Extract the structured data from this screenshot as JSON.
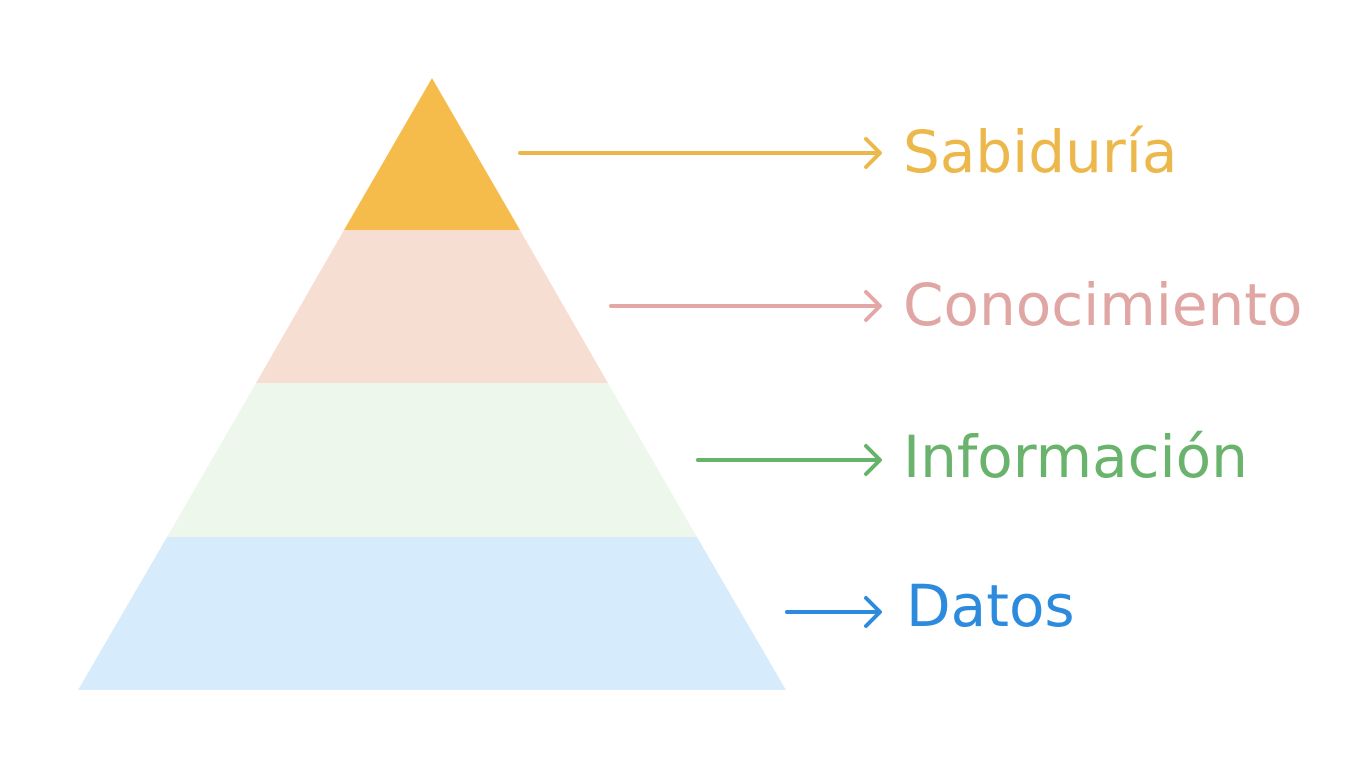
{
  "pyramid": {
    "levels": [
      {
        "key": "sabiduria",
        "label": "Sabiduría",
        "fill": "#F5BC4B",
        "text_color": "#EDB84B",
        "arrow_color": "#EDB84B"
      },
      {
        "key": "conocimiento",
        "label": "Conocimiento",
        "fill": "#F7DED3",
        "text_color": "#E0A6A3",
        "arrow_color": "#E3A7A6"
      },
      {
        "key": "informacion",
        "label": "Información",
        "fill": "#EDF7EB",
        "text_color": "#69B36C",
        "arrow_color": "#66B36A"
      },
      {
        "key": "datos",
        "label": "Datos",
        "fill": "#D6EBFB",
        "text_color": "#2D8BDE",
        "arrow_color": "#2D8BDE"
      }
    ]
  }
}
